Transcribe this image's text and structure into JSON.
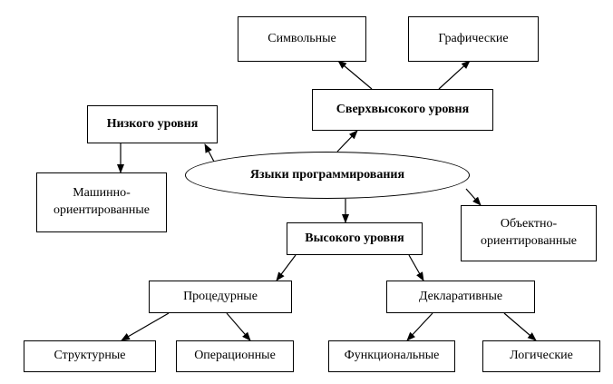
{
  "diagram": {
    "root": "Языки программирования",
    "low_level": "Низкого уровня",
    "machine_oriented": "Машинно-\nориентированные",
    "super_high_level": "Сверхвысокого уровня",
    "symbolic": "Символьные",
    "graphic": "Графические",
    "high_level": "Высокого уровня",
    "object_oriented": "Объектно-\nориентированные",
    "procedural": "Процедурные",
    "declarative": "Декларативные",
    "structural": "Структурные",
    "operational": "Операционные",
    "functional": "Функциональные",
    "logical": "Логические"
  }
}
